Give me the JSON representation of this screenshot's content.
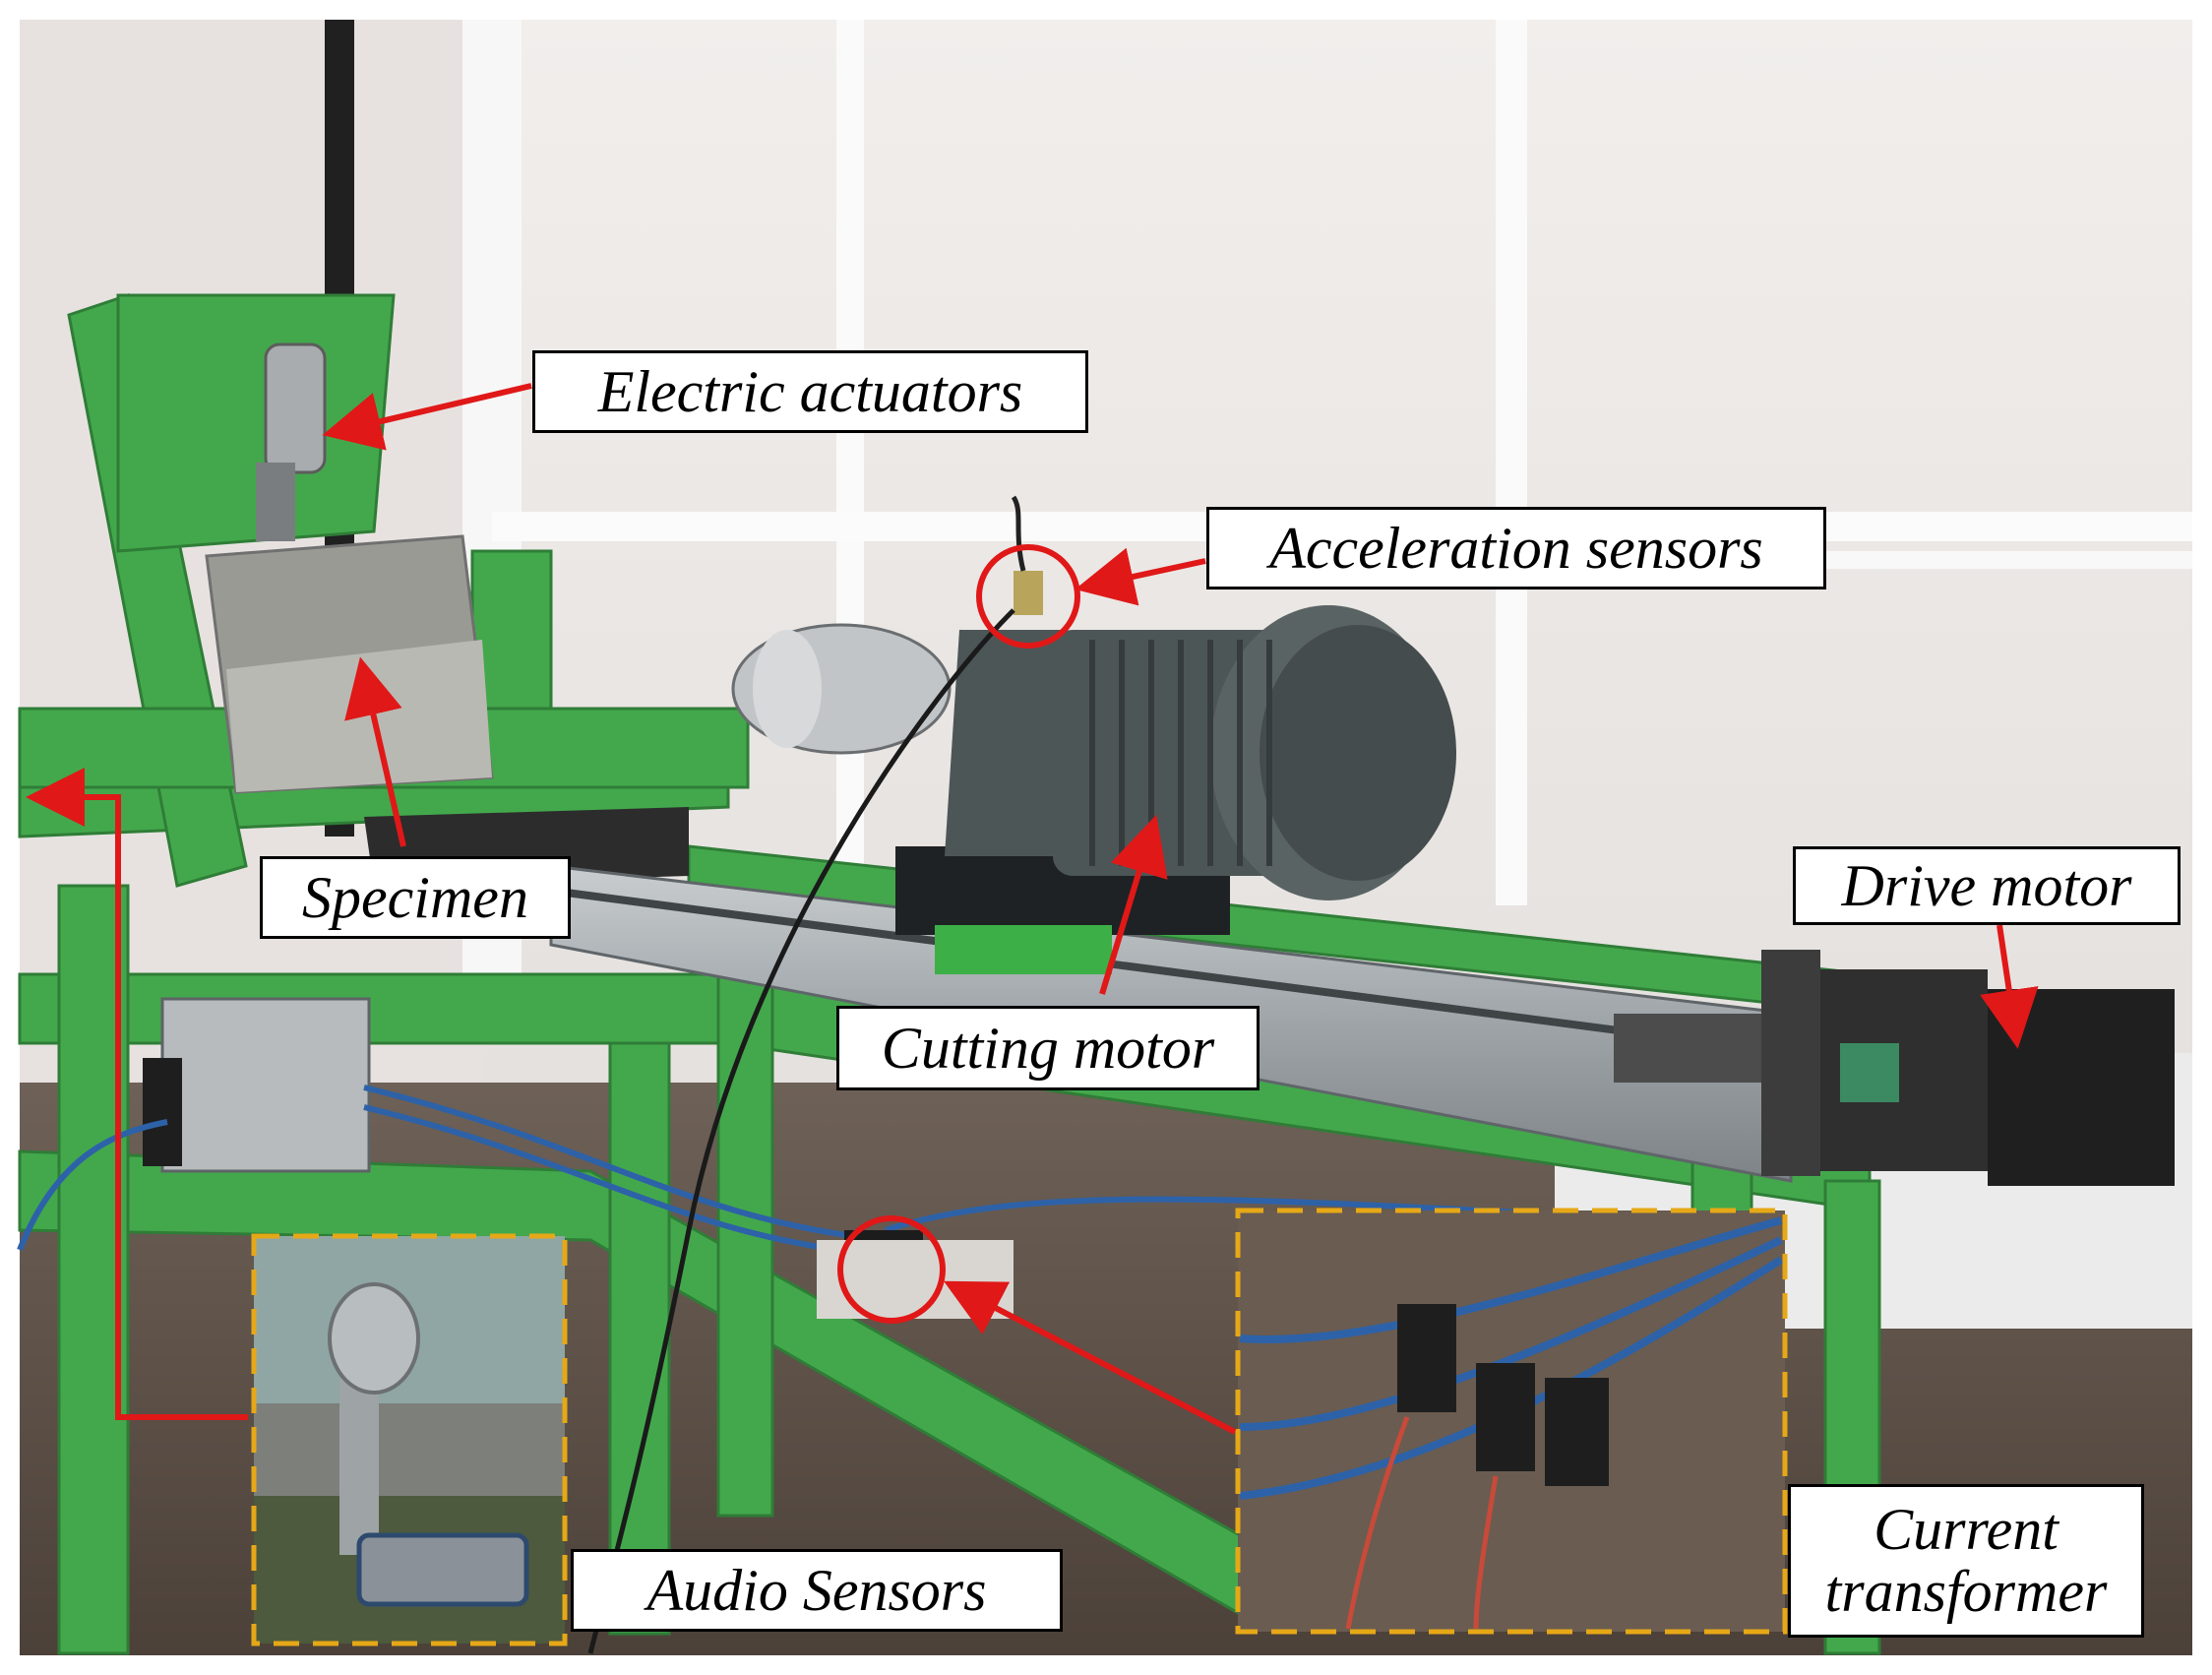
{
  "labels": {
    "electric_actuators": "Electric actuators",
    "acceleration_sensors": "Acceleration sensors",
    "specimen": "Specimen",
    "drive_motor": "Drive motor",
    "cutting_motor": "Cutting motor",
    "audio_sensors": "Audio Sensors",
    "current_transformer_line1": "Current",
    "current_transformer_line2": "transformer"
  },
  "colors": {
    "arrow": "#e01818",
    "inset_border": "#e6a817",
    "frame_green": "#43a84c",
    "motor_gray": "#4d5657"
  }
}
